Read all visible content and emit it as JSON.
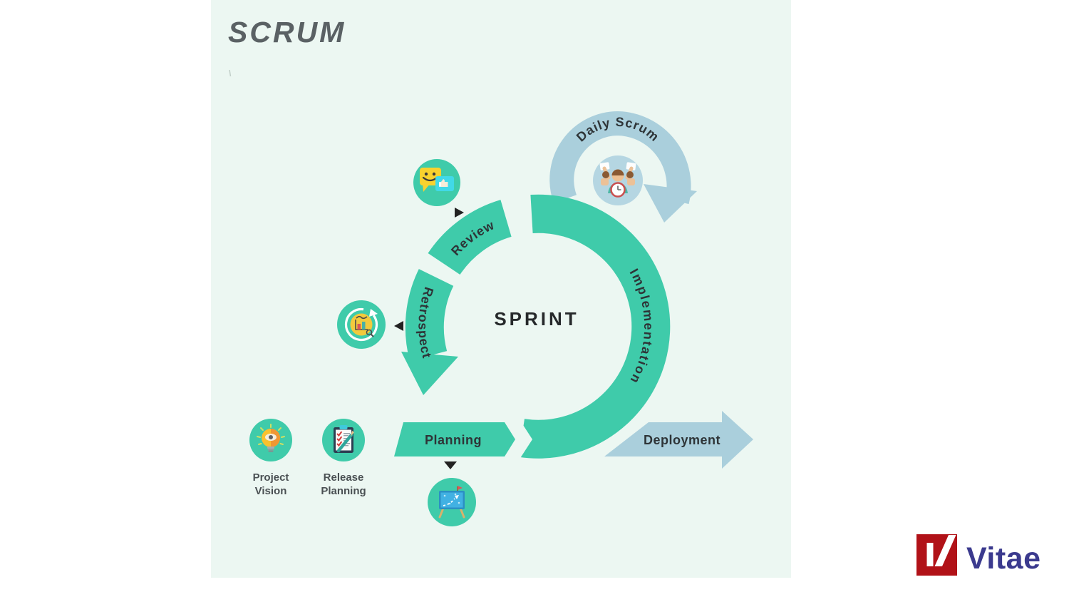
{
  "title": "SCRUM",
  "sprint": {
    "center_label": "SPRINT"
  },
  "ring": {
    "review": "Review",
    "retrospect": "Retrospect",
    "implementation": "Implementation",
    "planning": "Planning"
  },
  "flows": {
    "deployment": "Deployment",
    "daily_scrum": "Daily Scrum"
  },
  "artifacts": [
    {
      "line1": "Project",
      "line2": "Vision"
    },
    {
      "line1": "Release",
      "line2": "Planning"
    }
  ],
  "icons": [
    "smiley-chat-icon",
    "retrospective-chart-icon",
    "strategy-board-icon",
    "lightbulb-vision-icon",
    "release-checklist-icon",
    "team-timer-icon"
  ],
  "logo": {
    "text": "Vitae"
  },
  "colors": {
    "teal": "#3fcbaa",
    "light_blue": "#aacfdc",
    "panel_bg": "#ecf7f2",
    "title_gray": "#5a6164",
    "text_dark": "#2e3437",
    "logo_red": "#b11218",
    "logo_text_blue": "#3b3a8e"
  }
}
